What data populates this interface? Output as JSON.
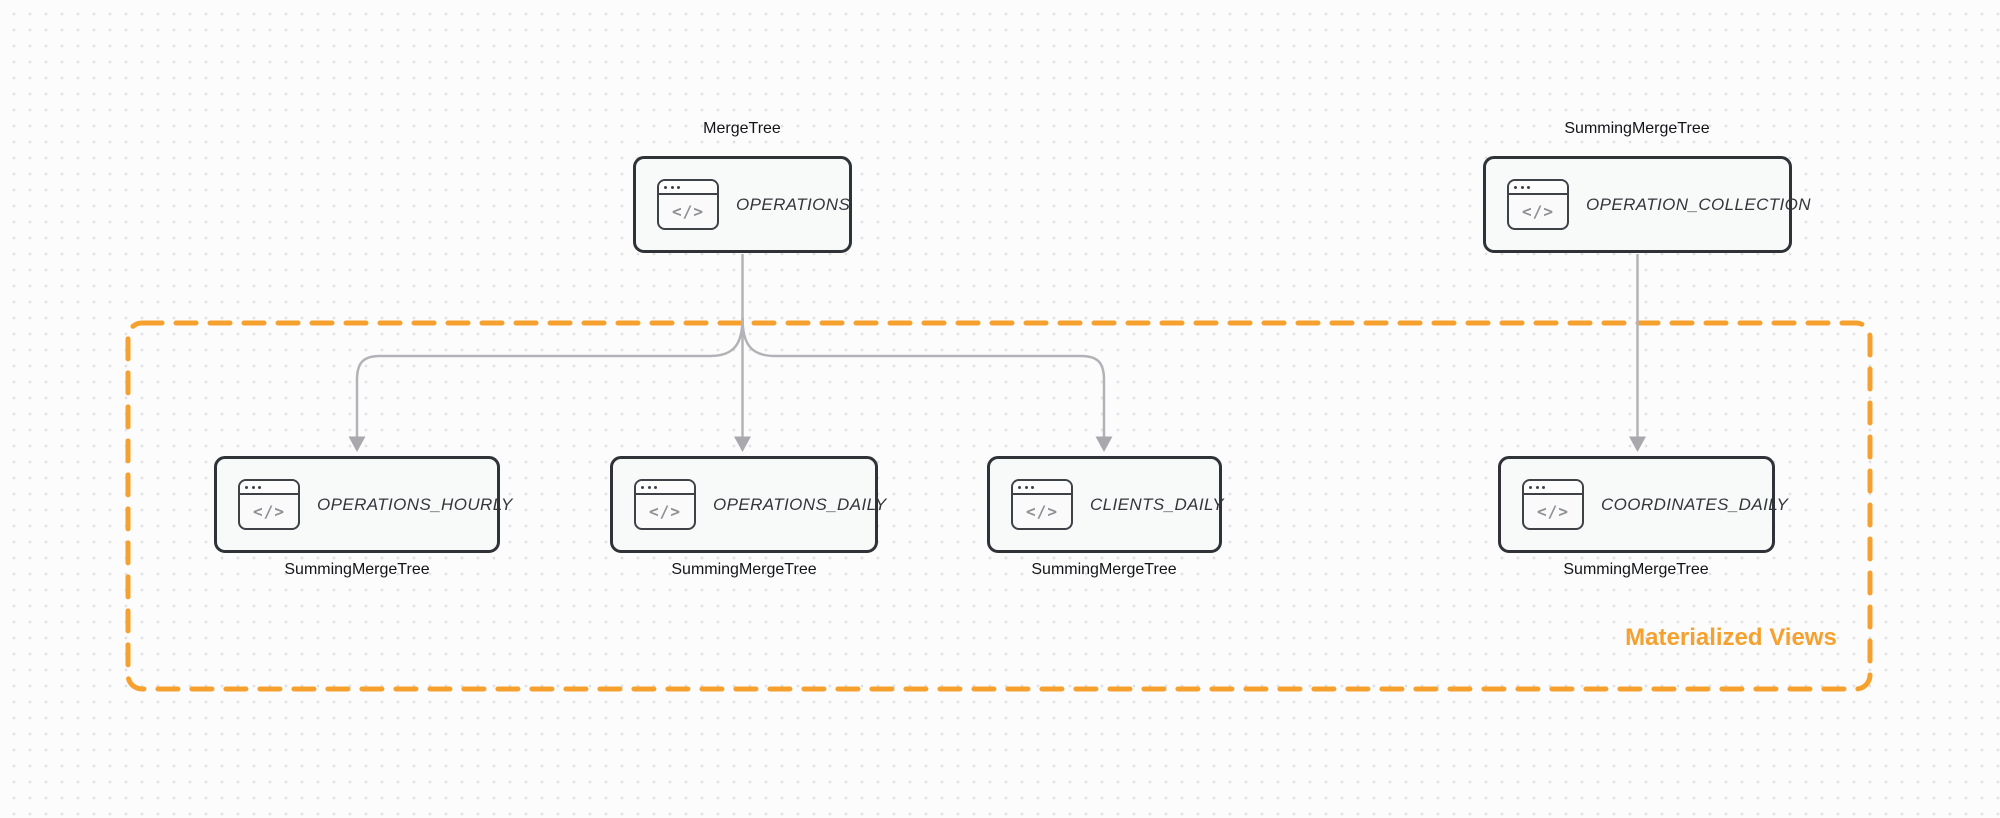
{
  "diagram": {
    "title": "materialized-views-pipeline",
    "background_color": "#fcfcfd",
    "dot_color": "#e1e1e4",
    "accent_orange": "#f6a12e",
    "edge_color": "#b3b3b7",
    "arrowhead_color": "#a9a9ad",
    "node_border_color": "#2f3338",
    "node_fill_color": "#f8f9f9"
  },
  "icon": {
    "name": "code-window-icon",
    "glyph": "</>"
  },
  "group": {
    "label": "Materialized Views"
  },
  "nodes": [
    {
      "id": "operations",
      "label": "OPERATIONS",
      "engine": "MergeTree"
    },
    {
      "id": "operation_collection",
      "label": "OPERATION_COLLECTION",
      "engine": "SummingMergeTree"
    },
    {
      "id": "operations_hourly",
      "label": "OPERATIONS_HOURLY",
      "engine": "SummingMergeTree"
    },
    {
      "id": "operations_daily",
      "label": "OPERATIONS_DAILY",
      "engine": "SummingMergeTree"
    },
    {
      "id": "clients_daily",
      "label": "CLIENTS_DAILY",
      "engine": "SummingMergeTree"
    },
    {
      "id": "coordinates_daily",
      "label": "COORDINATES_DAILY",
      "engine": "SummingMergeTree"
    }
  ],
  "edges": [
    {
      "from": "OPERATIONS",
      "to": "OPERATIONS_HOURLY"
    },
    {
      "from": "OPERATIONS",
      "to": "OPERATIONS_DAILY"
    },
    {
      "from": "OPERATIONS",
      "to": "CLIENTS_DAILY"
    },
    {
      "from": "OPERATION_COLLECTION",
      "to": "COORDINATES_DAILY"
    }
  ]
}
